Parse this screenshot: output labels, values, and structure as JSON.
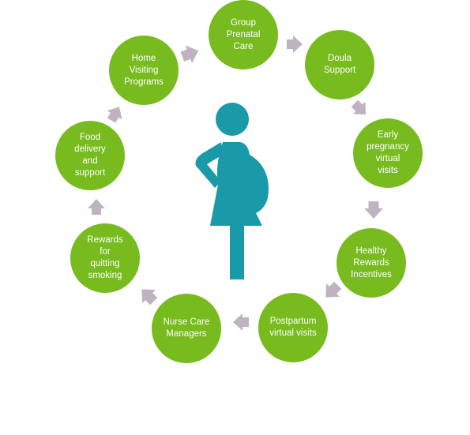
{
  "nodes": [
    {
      "id": "group-prenatal-care",
      "label": "Group\nPrenatal\nCare"
    },
    {
      "id": "doula-support",
      "label": "Doula\nSupport"
    },
    {
      "id": "early-pregnancy-virtual-visits",
      "label": "Early\npregnancy\nvirtual\nvisits"
    },
    {
      "id": "healthy-rewards-incentives",
      "label": "Healthy\nRewards\nIncentives"
    },
    {
      "id": "postpartum-virtual-visits",
      "label": "Postpartum\nvirtual visits"
    },
    {
      "id": "nurse-care-managers",
      "label": "Nurse Care\nManagers"
    },
    {
      "id": "rewards-for-quitting-smoking",
      "label": "Rewards\nfor\nquitting\nsmoking"
    },
    {
      "id": "food-delivery-and-support",
      "label": "Food\ndelivery\nand\nsupport"
    },
    {
      "id": "home-visiting-programs",
      "label": "Home\nVisiting\nPrograms"
    }
  ],
  "colors": {
    "node_fill": "#77bb1e",
    "node_text": "#ffffff",
    "arrow": "#bfb3c1",
    "figure": "#1a9aa8"
  },
  "center_icon": "pregnant-woman-icon"
}
